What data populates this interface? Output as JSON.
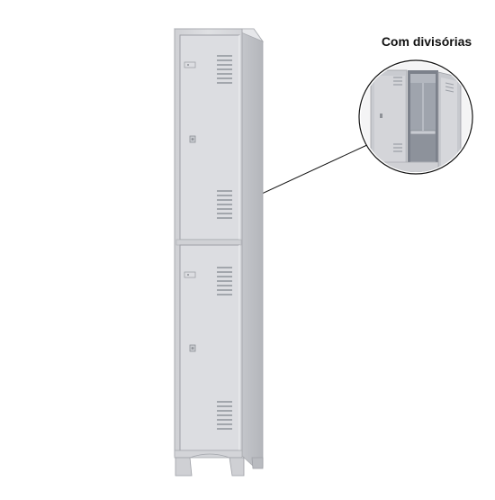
{
  "callout": {
    "label": "Com divisórias"
  },
  "colors": {
    "background": "#ffffff",
    "locker_body": "#d9dade",
    "locker_edge": "#a9abb0",
    "locker_shadow": "#bfc1c6",
    "interior": "#9fa4ad",
    "text": "#111111"
  },
  "scene": {
    "object": "locker-two-doors",
    "doors": 2,
    "vents_per_door": 2
  }
}
